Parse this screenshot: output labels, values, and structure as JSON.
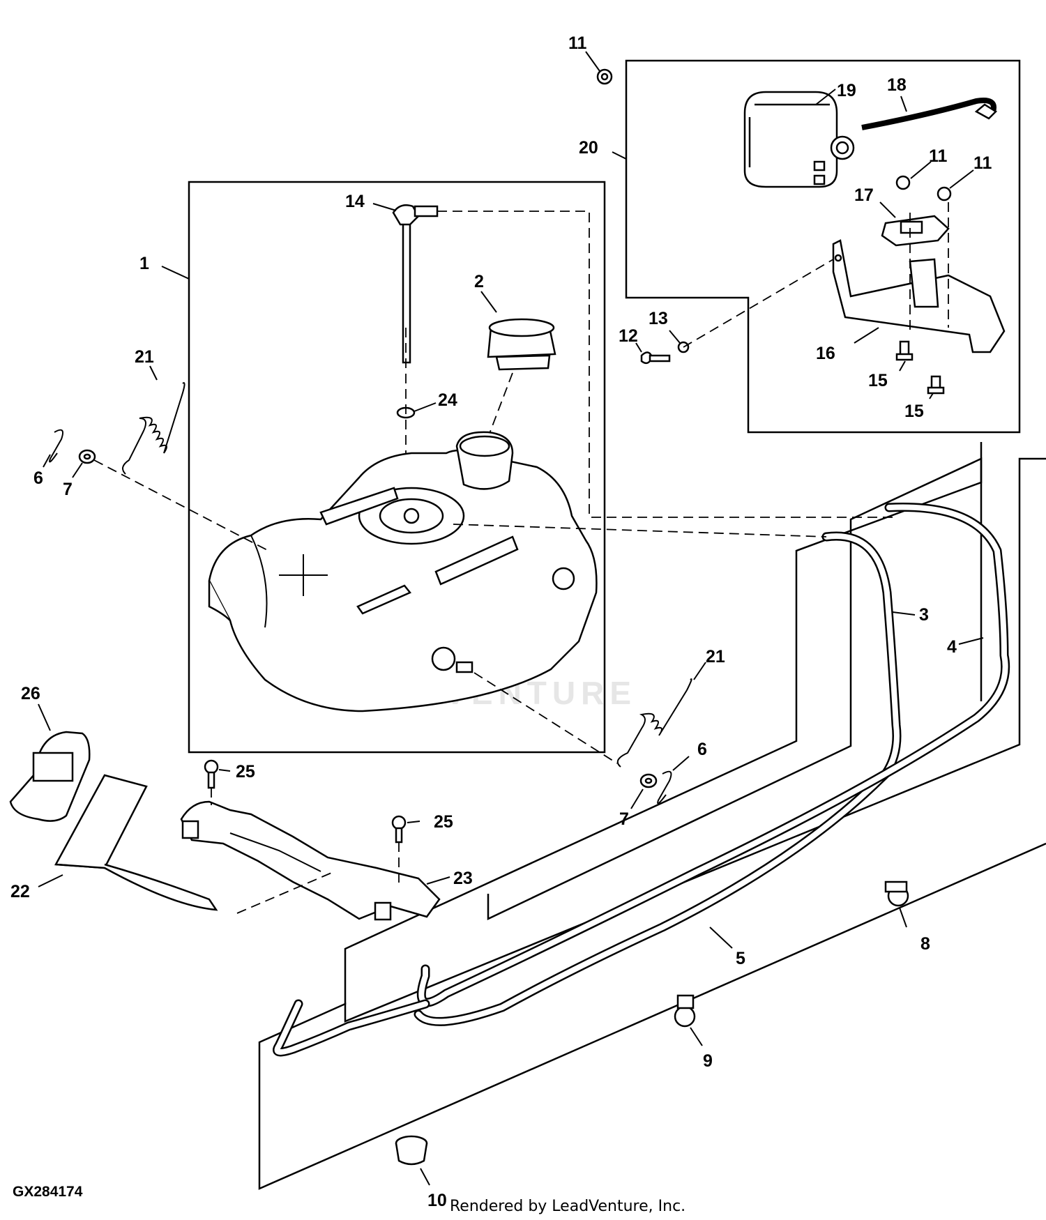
{
  "figure_id": "GX284174",
  "credit": "Rendered by LeadVenture, Inc.",
  "watermark": "LEADVENTURE",
  "callouts": {
    "c1": "1",
    "c2": "2",
    "c3": "3",
    "c4": "4",
    "c5": "5",
    "c6a": "6",
    "c6b": "6",
    "c7a": "7",
    "c7b": "7",
    "c8": "8",
    "c9": "9",
    "c10": "10",
    "c11a": "11",
    "c11b": "11",
    "c11c": "11",
    "c12": "12",
    "c13": "13",
    "c14": "14",
    "c15a": "15",
    "c15b": "15",
    "c16": "16",
    "c17": "17",
    "c18": "18",
    "c19": "19",
    "c20": "20",
    "c21a": "21",
    "c21b": "21",
    "c22": "22",
    "c23": "23",
    "c24": "24",
    "c25a": "25",
    "c25b": "25",
    "c26": "26"
  }
}
